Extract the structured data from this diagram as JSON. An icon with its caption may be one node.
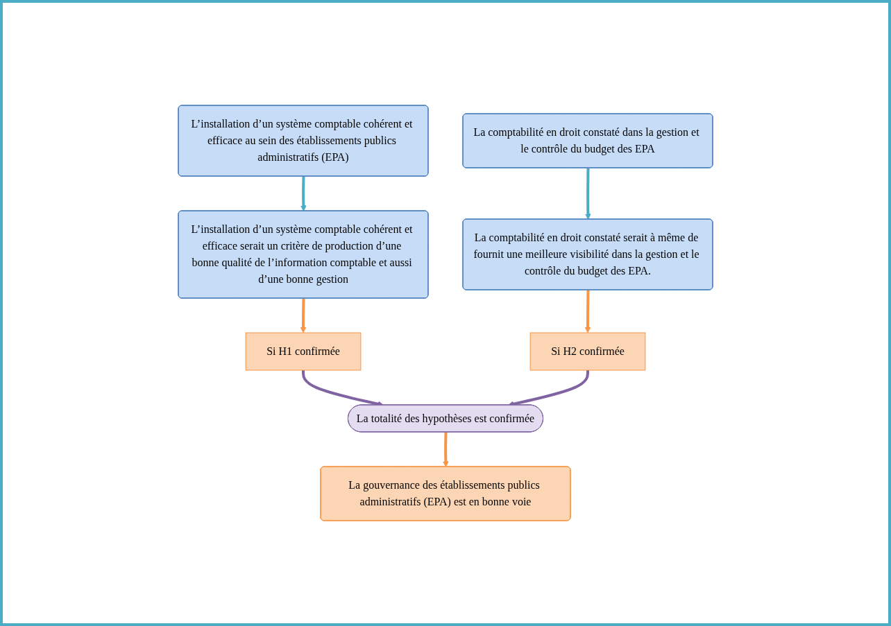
{
  "diagram": {
    "nodes": [
      {
        "text": [
          "L’installation d’un système comptable cohérent et efficace au sein des établissements publics administratifs (EPA)"
        ]
      },
      {
        "text": [
          "La comptabilité en droit constaté dans la gestion et le contrôle du budget des EPA"
        ]
      },
      {
        "text": [
          "L’installation d’un système comptable cohérent et efficace serait un critère de production d’une bonne qualité de l’information comptable et aussi d’une bonne gestion"
        ]
      },
      {
        "text": [
          "La comptabilité en droit constaté serait à même de fournit une meilleure visibilité dans la gestion et le contrôle du budget des EPA."
        ]
      },
      {
        "text": [
          "Si H1 confirmée"
        ]
      },
      {
        "text": [
          "Si H2 confirmée"
        ]
      },
      {
        "text": [
          "La totalité des hypothèses est confirmée"
        ]
      },
      {
        "text": [
          "La gouvernance des établissements publics administratifs (EPA) est en bonne voie"
        ]
      }
    ],
    "edges": [
      {
        "from": 0,
        "to": 2,
        "arrow": "to",
        "color": "#4bacc6"
      },
      {
        "from": 1,
        "to": 3,
        "arrow": "to",
        "color": "#4bacc6"
      },
      {
        "from": 2,
        "to": 4,
        "arrow": "to",
        "color": "#f79646"
      },
      {
        "from": 3,
        "to": 5,
        "arrow": "to",
        "color": "#f79646"
      },
      {
        "from": 4,
        "to": 6,
        "arrow": "to",
        "color": "#8064a2"
      },
      {
        "from": 5,
        "to": 6,
        "arrow": "to",
        "color": "#8064a2"
      },
      {
        "from": 6,
        "to": 7,
        "arrow": "to",
        "color": "#f79646"
      }
    ]
  }
}
